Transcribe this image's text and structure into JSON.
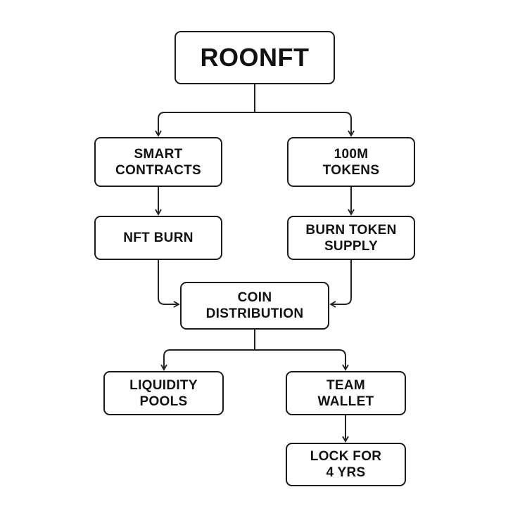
{
  "diagram": {
    "nodes": {
      "roonft": "ROONFT",
      "smart_contracts": "SMART\nCONTRACTS",
      "tokens": "100M\nTOKENS",
      "nft_burn": "NFT BURN",
      "burn_token_supply": "BURN TOKEN\nSUPPLY",
      "coin_distribution": "COIN\nDISTRIBUTION",
      "liquidity_pools": "LIQUIDITY\nPOOLS",
      "team_wallet": "TEAM\nWALLET",
      "lock_for_4_yrs": "LOCK FOR\n4 YRS"
    },
    "edges": [
      [
        "roonft",
        "smart_contracts"
      ],
      [
        "roonft",
        "tokens"
      ],
      [
        "smart_contracts",
        "nft_burn"
      ],
      [
        "tokens",
        "burn_token_supply"
      ],
      [
        "nft_burn",
        "coin_distribution"
      ],
      [
        "burn_token_supply",
        "coin_distribution"
      ],
      [
        "coin_distribution",
        "liquidity_pools"
      ],
      [
        "coin_distribution",
        "team_wallet"
      ],
      [
        "team_wallet",
        "lock_for_4_yrs"
      ]
    ],
    "colors": {
      "stroke": "#1a1a1a",
      "text": "#111111",
      "background": "#ffffff"
    }
  }
}
